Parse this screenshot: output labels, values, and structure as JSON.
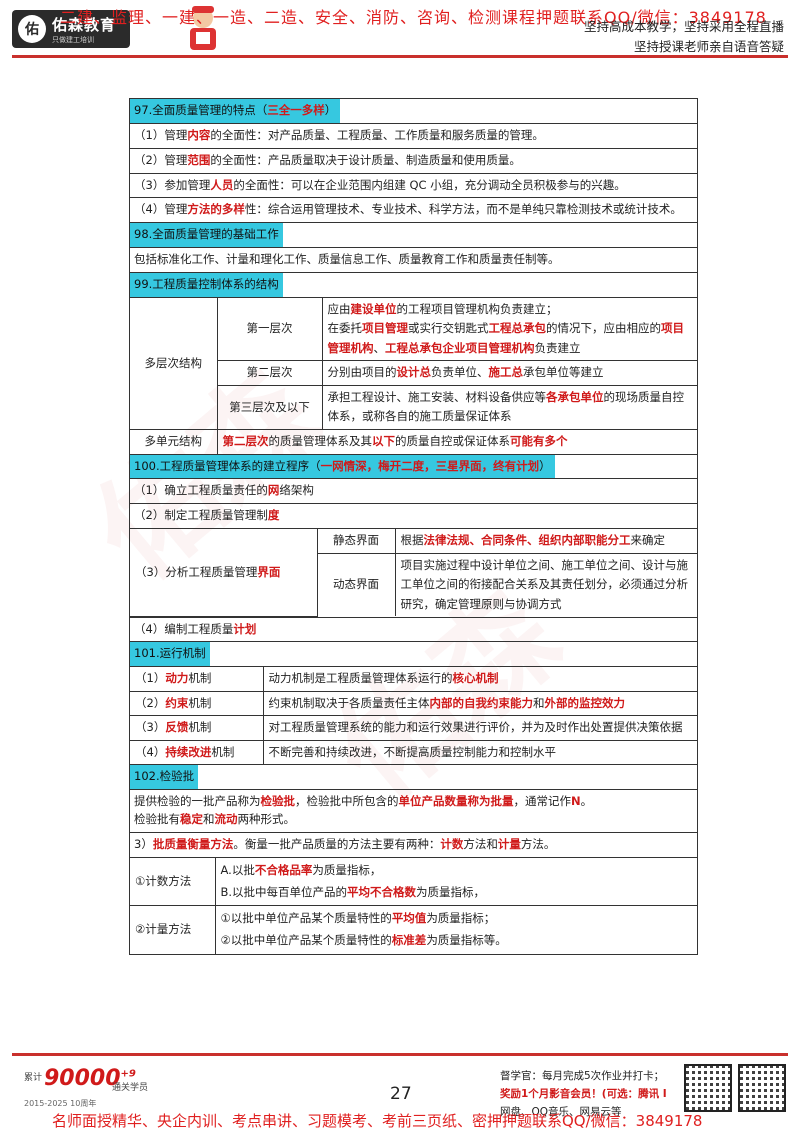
{
  "header": {
    "logo_mark": "佑",
    "logo_name": "佑森教育",
    "logo_sub": "只做建工培训",
    "promo": "二建、监理、一建、一造、二造、安全、消防、咨询、检测课程押题联系QQ/微信：3849178",
    "right_line1": "坚持高成本教学，坚持采用全程直播",
    "right_line2": "坚持授课老师亲自语音答疑"
  },
  "s97": {
    "title_a": "97.全面质量管理的特点（",
    "title_hl": "三全一多样",
    "title_b": "）",
    "items": [
      {
        "a": "（1）管理",
        "hl": "内容",
        "b": "的全面性：对产品质量、工程质量、工作质量和服务质量的管理。"
      },
      {
        "a": "（2）管理",
        "hl": "范围",
        "b": "的全面性：产品质量取决于设计质量、制造质量和使用质量。"
      },
      {
        "a": "（3）参加管理",
        "hl": "人员",
        "b": "的全面性：可以在企业范围内组建 QC 小组，充分调动全员积极参与的兴趣。"
      },
      {
        "a": "（4）管理",
        "hl": "方法的多样",
        "b": "性：综合运用管理技术、专业技术、科学方法，而不是单纯只靠检测技术或统计技术。"
      }
    ]
  },
  "s98": {
    "title": "98.全面质量管理的基础工作",
    "text": "包括标准化工作、计量和理化工作、质量信息工作、质量教育工作和质量责任制等。"
  },
  "s99": {
    "title": "99.工程质量控制体系的结构",
    "multi_level": "多层次结构",
    "level1": "第一层次",
    "level1_a": "应由",
    "level1_hl1": "建设单位",
    "level1_b": "的工程项目管理机构负责建立；",
    "level1_c": "在委托",
    "level1_hl2": "项目管理",
    "level1_d": "或实行交钥匙式",
    "level1_hl3": "工程总承包",
    "level1_e": "的情况下，应由相应的",
    "level1_hl4": "项目管理机构",
    "level1_f": "、",
    "level1_hl5": "工程总承包企业项目管理机构",
    "level1_g": "负责建立",
    "level2": "第二层次",
    "level2_a": "分别由项目的",
    "level2_hl1": "设计总",
    "level2_b": "负责单位、",
    "level2_hl2": "施工总",
    "level2_c": "承包单位等建立",
    "level3": "第三层次及以下",
    "level3_a": "承担工程设计、施工安装、材料设备供应等",
    "level3_hl": "各承包单位",
    "level3_b": "的现场质量自控体系，或称各自的施工质量保证体系",
    "multi_unit": "多单元结构",
    "unit_hl1": "第二层次",
    "unit_a": "的质量管理体系及其",
    "unit_hl2": "以下",
    "unit_b": "的质量自控或保证体系",
    "unit_hl3": "可能有多个"
  },
  "s100": {
    "title_a": "100.工程质量管理体系的建立程序（",
    "title_hl": "一网情深，梅开二度，三星界面，终有计划",
    "title_b": "）",
    "item1_a": "（1）确立工程质量责任的",
    "item1_hl": "网",
    "item1_b": "络架构",
    "item2_a": "（2）制定工程质量管理制",
    "item2_hl": "度",
    "item3_a": "（3）分析工程质量管理",
    "item3_hl": "界面",
    "static": "静态界面",
    "static_a": "根据",
    "static_hl": "法律法规、合同条件、组织内部职能分工",
    "static_b": "来确定",
    "dynamic": "动态界面",
    "dynamic_text": "项目实施过程中设计单位之间、施工单位之间、设计与施工单位之间的衔接配合关系及其责任划分，必须通过分析研究，确定管理原则与协调方式",
    "item4_a": "（4）编制工程质量",
    "item4_hl": "计划"
  },
  "s101": {
    "title": "101.运行机制",
    "rows": [
      {
        "num": "（1）",
        "hl": "动力",
        "suffix": "机制",
        "a": "动力机制是工程质量管理体系运行的",
        "hl2": "核心机制",
        "b": "",
        "hl3": "",
        "c": ""
      },
      {
        "num": "（2）",
        "hl": "约束",
        "suffix": "机制",
        "a": "约束机制取决于各质量责任主体",
        "hl2": "内部的自我约束能力",
        "b": "和",
        "hl3": "外部的监控效力",
        "c": ""
      },
      {
        "num": "（3）",
        "hl": "反馈",
        "suffix": "机制",
        "a": "对工程质量管理系统的能力和运行效果进行评价，并为及时作出处置提供决策依据",
        "hl2": "",
        "b": "",
        "hl3": "",
        "c": ""
      },
      {
        "num": "（4）",
        "hl": "持续改进",
        "suffix": "机制",
        "a": "不断完善和持续改进，不断提高质量控制能力和控制水平",
        "hl2": "",
        "b": "",
        "hl3": "",
        "c": ""
      }
    ]
  },
  "s102": {
    "title": "102.检验批",
    "p1_a": "提供检验的一批产品称为",
    "p1_hl1": "检验批",
    "p1_b": "，检验批中所包含的",
    "p1_hl2": "单位产品数量称为批量",
    "p1_c": "，通常记作",
    "p1_hl3": "N",
    "p1_d": "。",
    "p2_a": "检验批有",
    "p2_hl1": "稳定",
    "p2_b": "和",
    "p2_hl2": "流动",
    "p2_c": "两种形式。",
    "p3_a": "3）",
    "p3_hl1": "批质量衡量方法",
    "p3_b": "。衡量一批产品质量的方法主要有两种：",
    "p3_hl2": "计数",
    "p3_c": "方法和",
    "p3_hl3": "计量",
    "p3_d": "方法。",
    "count": "①计数方法",
    "count_a1": "A.以批",
    "count_hl1": "不合格品率",
    "count_b1": "为质量指标，",
    "count_a2": "B.以批中每百单位产品的",
    "count_hl2": "平均不合格数",
    "count_b2": "为质量指标，",
    "measure": "②计量方法",
    "meas_a1": "①以批中单位产品某个质量特性的",
    "meas_hl1": "平均值",
    "meas_b1": "为质量指标；",
    "meas_a2": "②以批中单位产品某个质量特性的",
    "meas_hl2": "标准差",
    "meas_b2": "为质量指标等。"
  },
  "footer": {
    "cum": "累计",
    "big": "90000",
    "sup": "+9",
    "pass": "通关学员",
    "years": "2015-2025   10周年",
    "page": "27",
    "r1": "督学官：每月完成5次作业并打卡；",
    "r2": "奖励1个月影音会员！(可选：腾讯 I",
    "r3": "网盘、QQ音乐、网易云等",
    "promo": "名师面授精华、央企内训、考点串讲、习题模考、考前三页纸、密押押题联系QQ/微信：3849178"
  }
}
